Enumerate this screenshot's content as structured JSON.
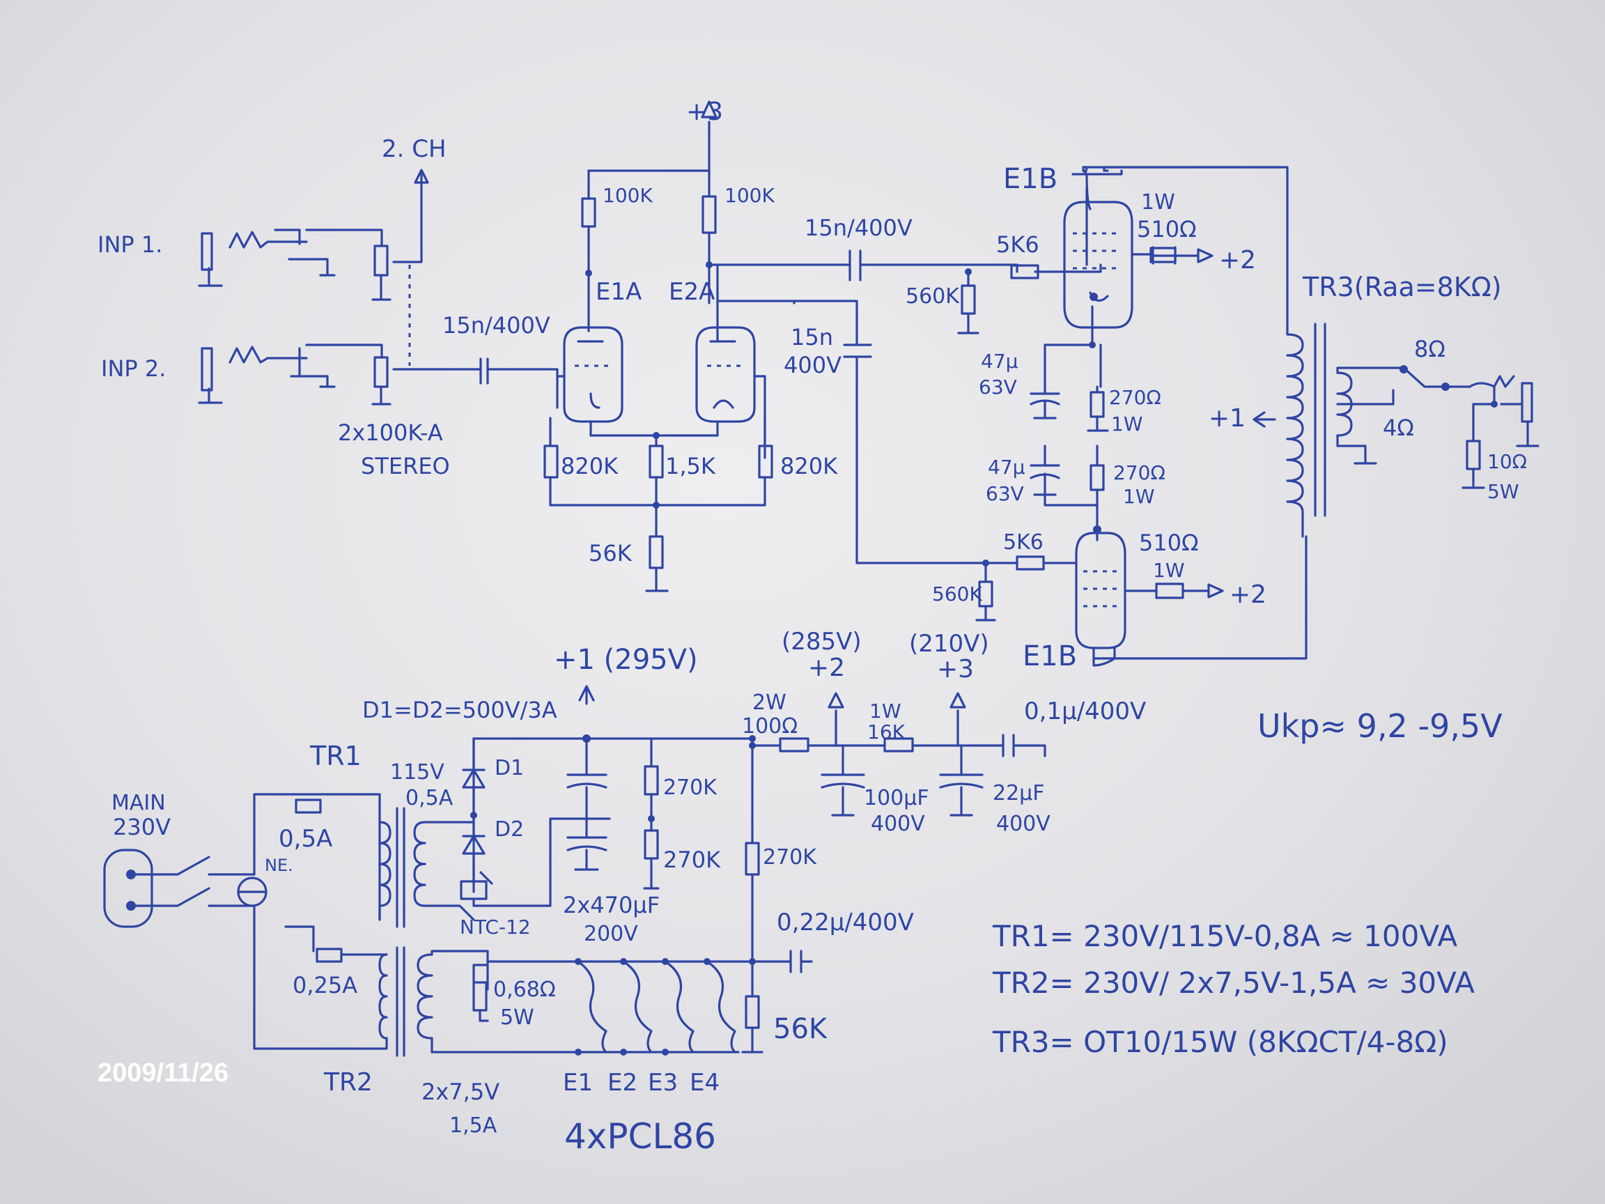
{
  "labels": {
    "plus3_top": "+3",
    "ch2": "2. CH",
    "inp1": "INP 1.",
    "inp2": "INP 2.",
    "r100k_a": "100K",
    "r100k_b": "100K",
    "cap15n_400v": "15n/400V",
    "e1a": "E1A",
    "e2a": "E2A",
    "cap15n_in": "15n/400V",
    "pot": "2x100K-A",
    "stereo": "STEREO",
    "r820k_a": "820K",
    "r1k5": "1,5K",
    "r820k_b": "820K",
    "r56k": "56K",
    "cap15n": "15n",
    "cap400v": "400V",
    "e1b_top": "E1B",
    "r1w_top": "1W",
    "r510_top": "510Ω",
    "r5k6_top": "5K6",
    "plus2_top": "+2",
    "r560k_top": "560K",
    "tr3": "TR3(Raa=8KΩ)",
    "c47u_a": "47μ",
    "c63v_a": "63V",
    "r270_a": "270Ω",
    "r1w_a": "1W",
    "plus1": "+1",
    "out8": "8Ω",
    "out4": "4Ω",
    "r10ohm": "10Ω",
    "r5w": "5W",
    "c47u_b": "47μ",
    "c63v_b": "63V",
    "r270_b": "270Ω",
    "r1w_b": "1W",
    "r510_bot": "510Ω",
    "r5k6_bot": "5K6",
    "r1w_bot": "1W",
    "plus2_bot": "+2",
    "r560k_bot": "560K",
    "e1b_bot": "E1B",
    "ps_plus1": "+1 (295V)",
    "ps_285": "(285V)",
    "ps_plus2": "+2",
    "ps_210": "(210V)",
    "ps_plus3": "+3",
    "diodes": "D1=D2=500V/3A",
    "r2w": "2W",
    "r100ohm": "100Ω",
    "r1w_ps": "1W",
    "r16k": "16K",
    "c01u": "0,1μ/400V",
    "ukp": "Ukp≈ 9,2 -9,5V",
    "tr1": "TR1",
    "v115": "115V",
    "a05": "0,5A",
    "d1": "D1",
    "d2": "D2",
    "r270k_1": "270K",
    "r270k_2": "270K",
    "r270k_3": "270K",
    "c100u": "100μF",
    "c100u_v": "400V",
    "c22u": "22μF",
    "c22u_v": "400V",
    "main": "MAIN",
    "v230": "230V",
    "fuse05": "0,5A",
    "ne": "NE.",
    "ntc": "NTC-12",
    "c470": "2x470μF",
    "c470_v": "200V",
    "c022": "0,22μ/400V",
    "fuse025": "0,25A",
    "r068": "0,68Ω",
    "r068_w": "5W",
    "r56k_ps": "56K",
    "tr2": "TR2",
    "v2x75": "2x7,5V",
    "a15": "1,5A",
    "e1": "E1",
    "e2": "E2",
    "e3": "E3",
    "e4": "E4",
    "tubes": "4xPCL86",
    "spec_tr1": "TR1=   230V/115V-0,8A ≈ 100VA",
    "spec_tr2": "TR2=   230V/ 2x7,5V-1,5A ≈ 30VA",
    "spec_tr3": "TR3=   OT10/15W (8KΩCT/4-8Ω)",
    "date": "2009/11/26"
  }
}
